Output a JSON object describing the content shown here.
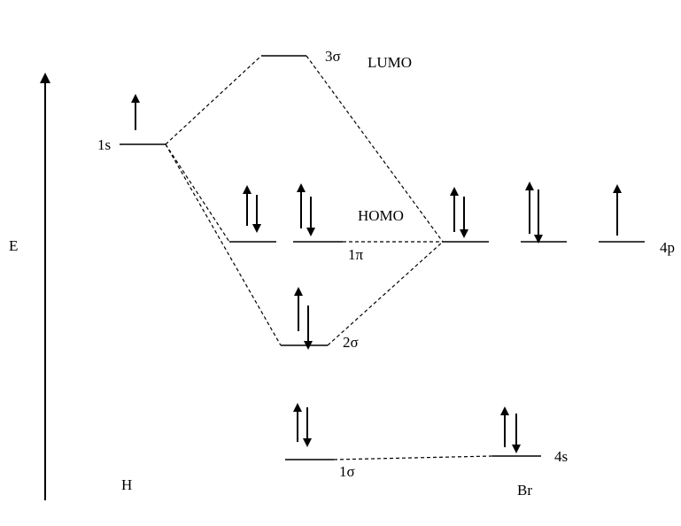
{
  "axis": {
    "label": "E"
  },
  "atoms": {
    "left": "H",
    "right": "Br"
  },
  "orbitals": {
    "h_1s": "1s",
    "sigma3": "3σ",
    "pi1": "1π",
    "sigma2": "2σ",
    "sigma1": "1σ",
    "br_4p": "4p",
    "br_4s": "4s"
  },
  "annotations": {
    "lumo": "LUMO",
    "homo": "HOMO"
  },
  "electrons": {
    "h_1s": "up",
    "pi1_a": "up-down",
    "pi1_b": "up-down",
    "sigma2": "up-down",
    "sigma1": "up-down",
    "br_4p_a": "up-down",
    "br_4p_b": "up-down",
    "br_4p_c": "up",
    "br_4s": "up-down"
  }
}
